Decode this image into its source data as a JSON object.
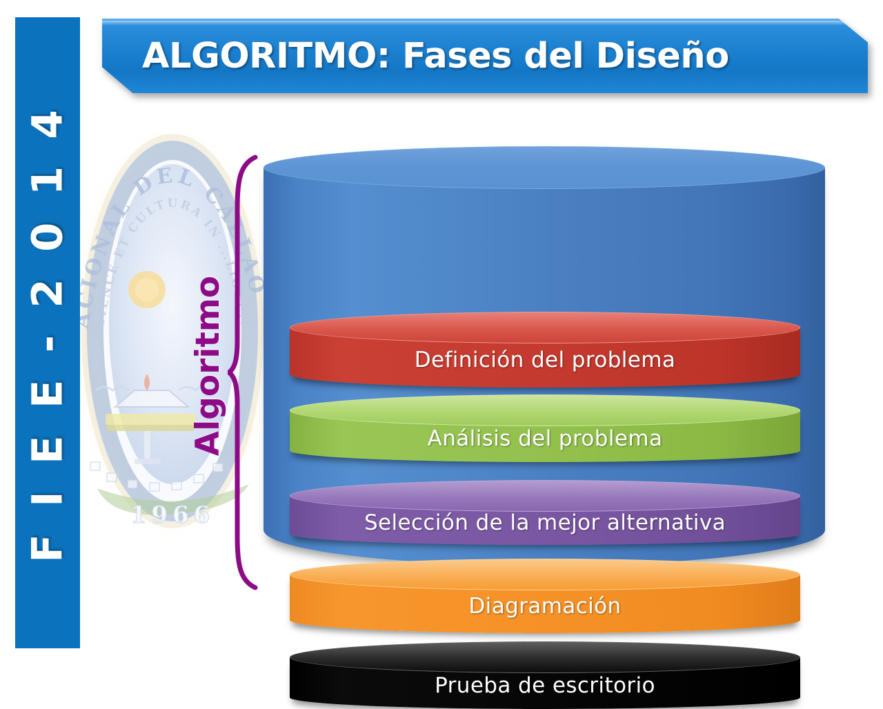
{
  "slide": {
    "title": "ALGORITMO: Fases del Diseño",
    "background_color": "#ffffff"
  },
  "sidebar": {
    "label": "F I E E  -  2 0 1 4",
    "color": "#0B72BD",
    "text_color": "#ffffff"
  },
  "banner": {
    "color": "#1B80D0",
    "text_color": "#ffffff"
  },
  "brace": {
    "label": "Algoritmo",
    "color": "#8E0B87"
  },
  "watermark": {
    "name": "university-seal",
    "outer_ring_text": "ACIONAL DEL CALLAO",
    "inner_ring_text": "SCIENCE ET CULTURA",
    "year": "1966"
  },
  "cylinder": {
    "color": "#4A80C2",
    "top_color": "#5E95D4"
  },
  "stages": [
    {
      "label": "Definición del problema",
      "color": "#C43A2F",
      "cap_color": "#D9584D"
    },
    {
      "label": "Análisis del problema",
      "color": "#93C14D",
      "cap_color": "#B2D875"
    },
    {
      "label": "Selección de la mejor alternativa",
      "color": "#7A57A3",
      "cap_color": "#9878BC"
    },
    {
      "label": "Diagramación",
      "color": "#F59227",
      "cap_color": "#F9AE55"
    },
    {
      "label": "Prueba de escritorio",
      "color": "#060606",
      "cap_color": "#2A2A2A"
    }
  ]
}
